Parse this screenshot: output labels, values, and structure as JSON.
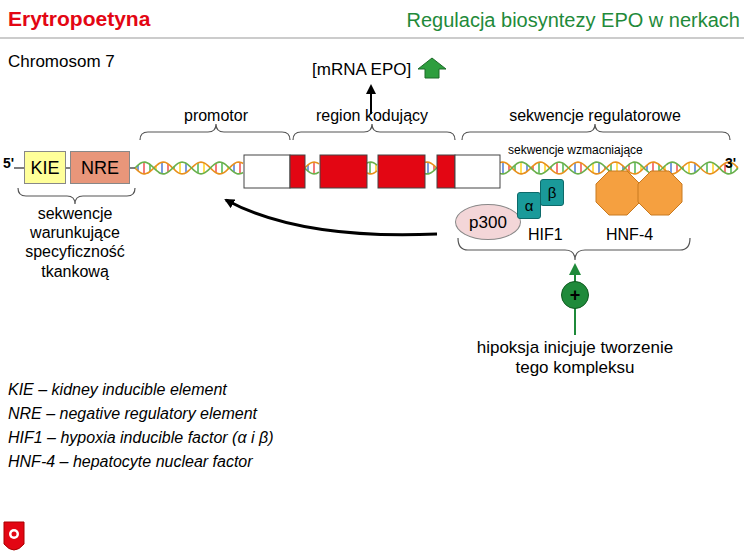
{
  "diagram": {
    "title": "Erytropoetyna",
    "nodes": [
      {
        "text": [
          "KIE"
        ]
      },
      {
        "text": [
          "NRE"
        ]
      },
      {
        "text": [
          "p300"
        ]
      },
      {
        "text": [
          "α"
        ]
      },
      {
        "text": [
          "β"
        ]
      },
      {
        "text": [
          "+"
        ]
      }
    ],
    "labels": [
      "Regulacja biosyntezy EPO w nerkach",
      "Chromosom 7",
      "[mRNA EPO]",
      "promotor",
      "region kodujący",
      "sekwencje regulatorowe",
      "5'",
      "3'",
      "sekwencje wzmacniające",
      "sekwencje warunkujące specyficzność tkankową",
      "HIF1",
      "HNF-4",
      "hipoksja inicjuje tworzenie tego kompleksu",
      "KIE – kidney inducible element",
      "NRE – negative regulatory element",
      "HIF1 – hypoxia inducible factor (α i β)",
      "HNF-4 – hepatocyte nuclear factor"
    ]
  }
}
